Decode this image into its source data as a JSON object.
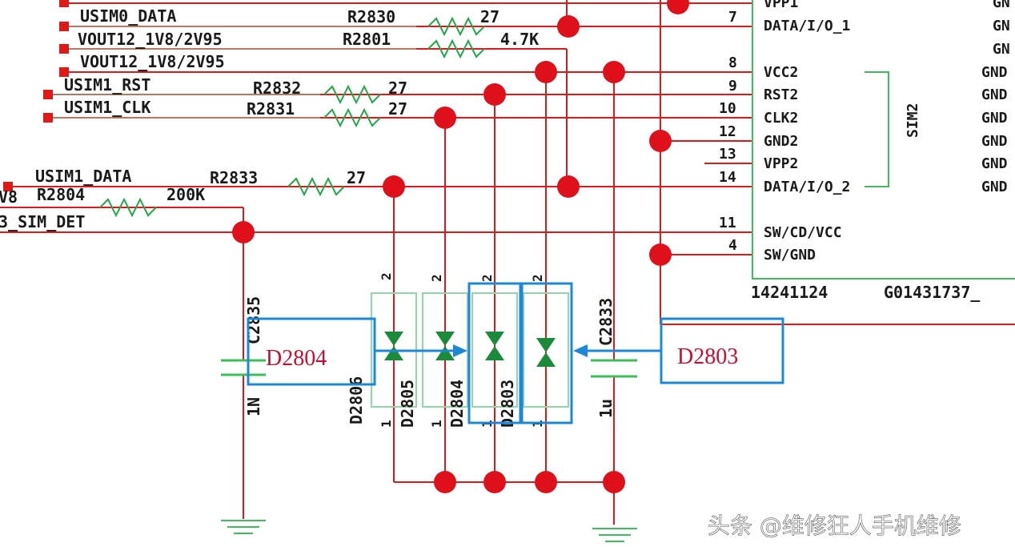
{
  "colors": {
    "wire": "#e01818",
    "junction": "#e0101a",
    "resistor": "#22a84a",
    "green_wire": "#3cbf5a",
    "highlight": "#1e88d8",
    "text": "#1a1a1a",
    "ref_text": "#c8102e"
  },
  "nets": {
    "usim0_data": "USIM0_DATA",
    "vout_a": "VOUT12_1V8/2V95",
    "vout_b": "VOUT12_1V8/2V95",
    "usim1_rst": "USIM1_RST",
    "usim1_clk": "USIM1_CLK",
    "usim1_data": "USIM1_DATA",
    "v8_fragment": "V8",
    "sim_det": "3_SIM_DET"
  },
  "resistors": {
    "r2830": {
      "ref": "R2830",
      "value": "27"
    },
    "r2801": {
      "ref": "R2801",
      "value": "4.7K"
    },
    "r2832": {
      "ref": "R2832",
      "value": "27"
    },
    "r2831": {
      "ref": "R2831",
      "value": "27"
    },
    "r2833": {
      "ref": "R2833",
      "value": "27"
    },
    "r2804": {
      "ref": "R2804",
      "value": "200K"
    }
  },
  "connector": {
    "name": "SIM2",
    "part_number": "14241124",
    "code": "G01431737_",
    "pins": [
      {
        "num": "7",
        "label": "DATA/I/O_1"
      },
      {
        "num": "8",
        "label": "VCC2"
      },
      {
        "num": "9",
        "label": "RST2"
      },
      {
        "num": "10",
        "label": "CLK2"
      },
      {
        "num": "12",
        "label": "GND2"
      },
      {
        "num": "13",
        "label": "VPP2"
      },
      {
        "num": "14",
        "label": "DATA/I/O_2"
      },
      {
        "num": "11",
        "label": "SW/CD/VCC"
      },
      {
        "num": "4",
        "label": "SW/GND"
      }
    ],
    "top_partial_label": "VPP1",
    "right_labels": [
      "GN",
      "GN",
      "GN",
      "GND",
      "GND",
      "GND",
      "GND",
      "GND",
      "GND"
    ]
  },
  "capacitors": {
    "c2835": {
      "ref": "C2835",
      "value": "1N"
    },
    "c2833": {
      "ref": "C2833",
      "value": "1u"
    }
  },
  "diodes": {
    "d2806": "D2806",
    "d2805": "D2805",
    "d2804": "D2804",
    "d2803": "D2803",
    "pin_top": "2",
    "pin_bottom": "1"
  },
  "callouts": {
    "left": "D2804",
    "right": "D2803"
  },
  "watermark": "头条 @维修狂人手机维修"
}
